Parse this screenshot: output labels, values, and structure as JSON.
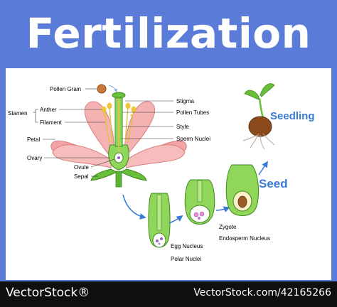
{
  "title": "Fertilization",
  "labels": {
    "pollen_grain": "Pollen Grain",
    "stigma": "Stigma",
    "pollen_tubes": "Pollen Tubes",
    "style": "Style",
    "sperm_nuclei": "Sperm Nuclei",
    "stamen": "Stamen",
    "anther": "Anther",
    "filament": "Filament",
    "petal": "Petal",
    "ovary": "Ovary",
    "ovule": "Ovule",
    "sepal": "Sepal",
    "seedling": "Seedling",
    "seed": "Seed",
    "egg_nucleus": "Egg Nucleus",
    "polar_nuclei": "Polar Nuclei",
    "zygote": "Zygote",
    "endosperm_nucleus": "Endosperm Nucleus"
  },
  "colors": {
    "background": "#5b7bd9",
    "label_blue": "#3a7bd5",
    "petal": "#f2a3a3",
    "green": "#4caf2f"
  },
  "footer": {
    "brand": "VectorStock®",
    "id": "VectorStock.com/42165266"
  }
}
